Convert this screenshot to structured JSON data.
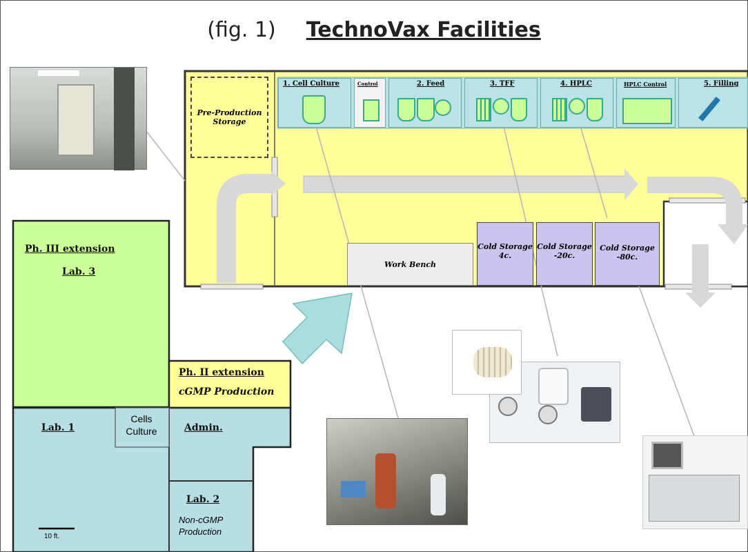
{
  "header": {
    "fig_label": "(fig. 1)",
    "title": "TechnoVax Facilities"
  },
  "production_line": {
    "storage": "Pre-Production Storage",
    "stations": [
      {
        "label": "1. Cell Culture"
      },
      {
        "label": "Control"
      },
      {
        "label": "2. Feed"
      },
      {
        "label": "3. TFF"
      },
      {
        "label": "4. HPLC"
      },
      {
        "label": "HPLC Control"
      },
      {
        "label": "5. Filling"
      }
    ],
    "work_bench": "Work Bench",
    "cold_storage": [
      {
        "title": "Cold Storage",
        "temp": "4c."
      },
      {
        "title": "Cold Storage",
        "temp": "-20c."
      },
      {
        "title": "Cold Storage",
        "temp": "-80c."
      }
    ]
  },
  "rooms": {
    "lab3_title": "Ph. III extension",
    "lab3_name": "Lab. 3",
    "ph2_title": "Ph. II extension",
    "ph2_sub": "cGMP Production",
    "lab1": "Lab. 1",
    "cells_culture": "Cells Culture",
    "admin": "Admin.",
    "lab2": "Lab. 2",
    "lab2_sub": "Non-cGMP Production",
    "scale": "10 ft."
  },
  "colors": {
    "yellow": "#ffff99",
    "green": "#ccff99",
    "blue": "#b7dfe3",
    "lavender": "#c9c5ef",
    "station": "#b9e3e6",
    "equipment": "#ccff99"
  }
}
